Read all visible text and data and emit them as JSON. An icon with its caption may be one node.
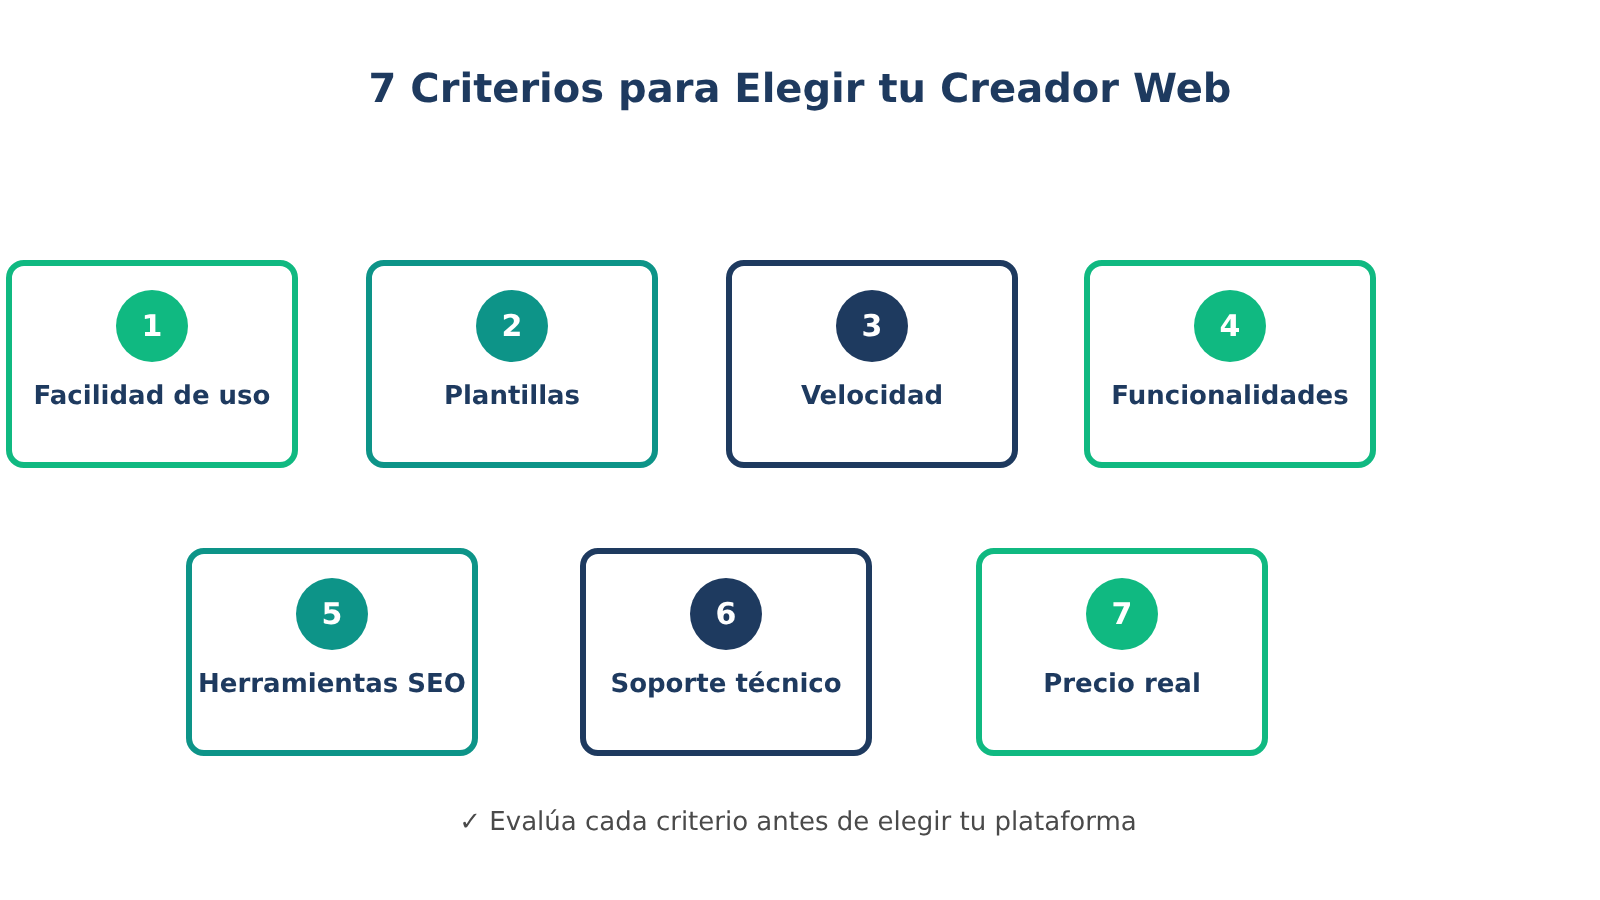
{
  "diagram": {
    "title": "7 Criterios para Elegir tu Creador Web",
    "nodes": [
      {
        "text": [
          "Facilidad de uso"
        ]
      },
      {
        "text": [
          "1"
        ],
        "in": 0
      },
      {
        "text": [
          "Plantillas"
        ]
      },
      {
        "text": [
          "2"
        ],
        "in": 2
      },
      {
        "text": [
          "Velocidad"
        ]
      },
      {
        "text": [
          "3"
        ],
        "in": 4
      },
      {
        "text": [
          "Funcionalidades"
        ]
      },
      {
        "text": [
          "4"
        ],
        "in": 6
      },
      {
        "text": [
          "Herramientas SEO"
        ]
      },
      {
        "text": [
          "5"
        ],
        "in": 8
      },
      {
        "text": [
          "Soporte técnico"
        ]
      },
      {
        "text": [
          "6"
        ],
        "in": 10
      },
      {
        "text": [
          "Precio real"
        ]
      },
      {
        "text": [
          "7"
        ],
        "in": 12
      }
    ],
    "caption": "✓ Evalúa cada criterio antes de elegir tu plataforma"
  }
}
